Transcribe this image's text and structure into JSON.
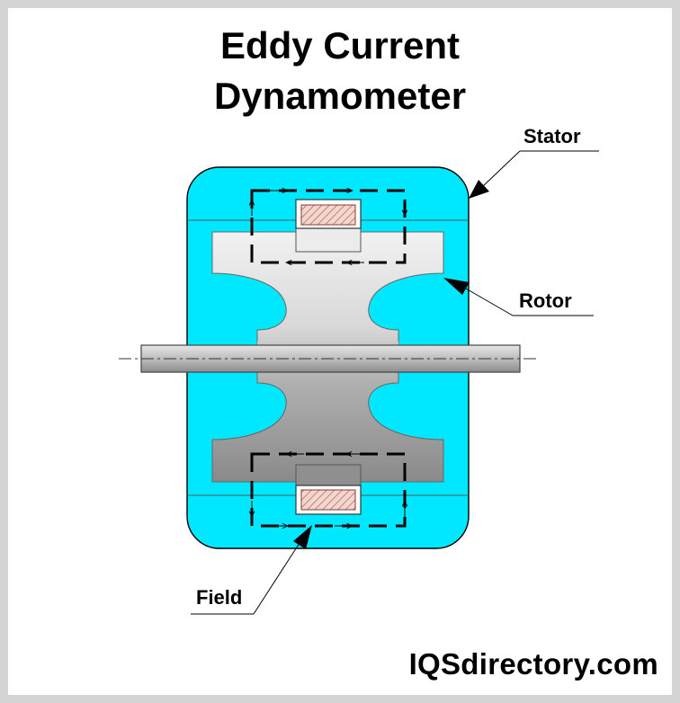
{
  "title": {
    "line1": "Eddy Current",
    "line2": "Dynamometer"
  },
  "labels": {
    "stator": "Stator",
    "rotor": "Rotor",
    "field": "Field"
  },
  "brand": "IQSdirectory.com",
  "colors": {
    "stator": "#00e8ff",
    "rotor_light": "#e8e8e8",
    "rotor_dark": "#8f8f8f",
    "shaft": "#b4b4b4",
    "coil": "#f2d7d0",
    "coil_hatch": "#b24a3a",
    "frame": "#d4d4d4"
  }
}
